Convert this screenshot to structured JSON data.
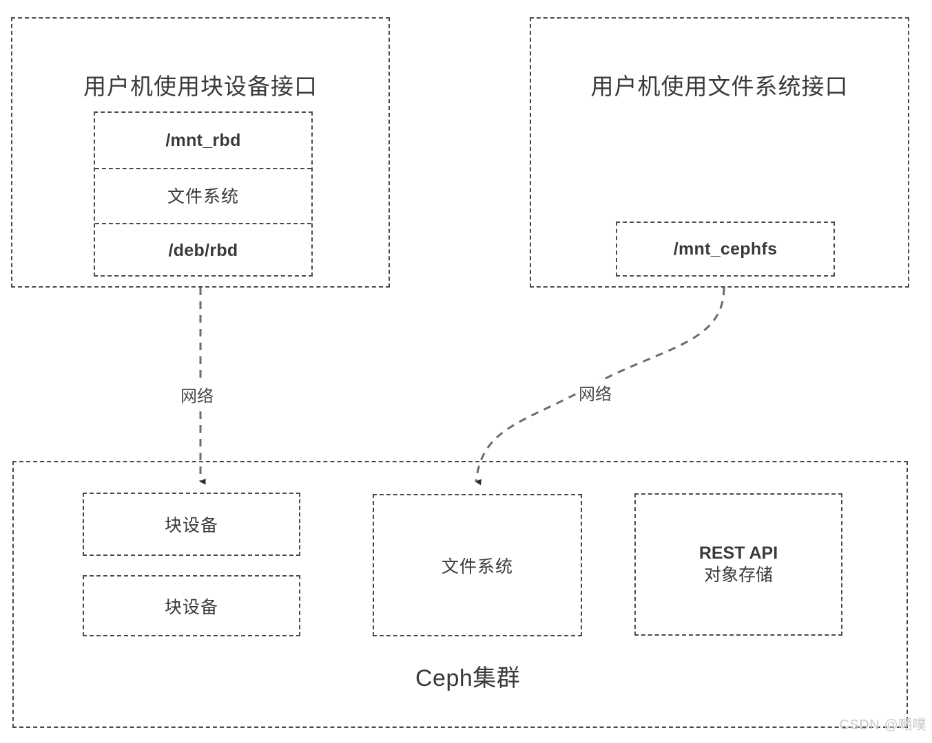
{
  "diagram": {
    "title_block_client": "用户机使用块设备接口",
    "title_fs_client": "用户机使用文件系统接口",
    "cluster_label": "Ceph集群",
    "watermark": "CSDN @嗮噗"
  },
  "block_client_panel": {
    "title": "用户机使用块设备接口",
    "stack": [
      {
        "label": "/mnt_rbd",
        "kind": "path"
      },
      {
        "label": "文件系统",
        "kind": "cn"
      },
      {
        "label": "/deb/rbd",
        "kind": "path"
      }
    ]
  },
  "fs_client_panel": {
    "title": "用户机使用文件系统接口",
    "mount": {
      "label": "/mnt_cephfs",
      "kind": "path"
    }
  },
  "ceph_cluster": {
    "label": "Ceph集群",
    "block_devices": [
      {
        "label": "块设备"
      },
      {
        "label": "块设备"
      }
    ],
    "filesystem": {
      "label": "文件系统"
    },
    "object_store": {
      "line1": "REST API",
      "line2": "对象存储"
    }
  },
  "connectors": [
    {
      "name": "rbd-network-link",
      "label": "网络"
    },
    {
      "name": "cephfs-network-link",
      "label": "网络"
    }
  ],
  "colors": {
    "stroke": "#4a4a4a",
    "text": "#3a3a3a",
    "background": "#ffffff",
    "watermark": "#c9c9c9"
  }
}
